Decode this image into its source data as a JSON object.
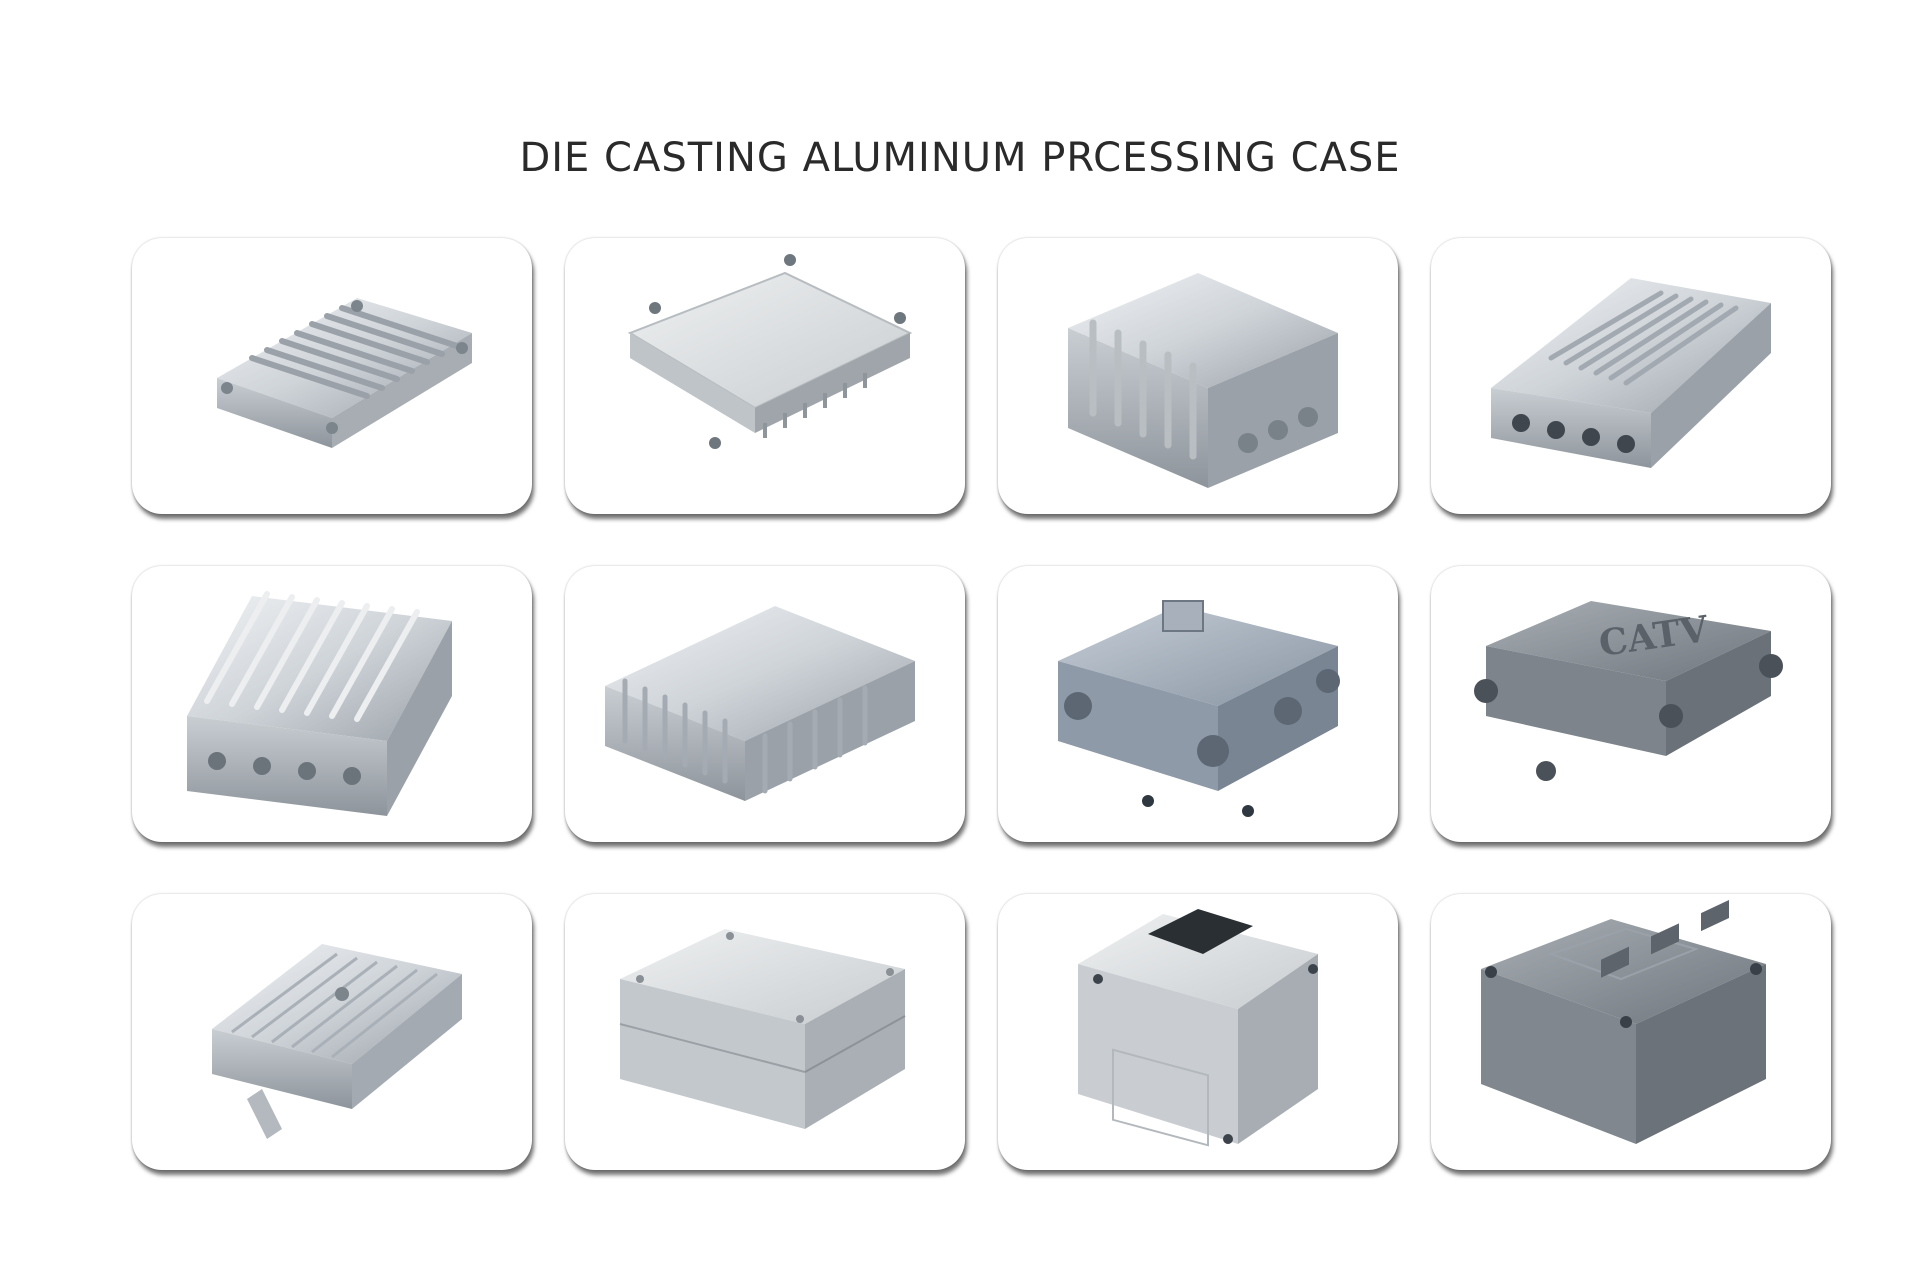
{
  "header": {
    "title": "DIE CASTING ALUMINUM PRCESSING CASE"
  },
  "gallery": {
    "items": [
      {
        "icon": "finned-enclosure-image",
        "lid_label": ""
      },
      {
        "icon": "flat-lid-enclosure-image",
        "lid_label": ""
      },
      {
        "icon": "tall-finned-enclosure-image",
        "lid_label": ""
      },
      {
        "icon": "finned-enclosure-ports-image",
        "lid_label": ""
      },
      {
        "icon": "heatsink-enclosure-image",
        "lid_label": ""
      },
      {
        "icon": "finned-amplifier-enclosure-image",
        "lid_label": ""
      },
      {
        "icon": "junction-box-image",
        "lid_label": ""
      },
      {
        "icon": "catv-splitter-box-image",
        "lid_label": "CATV"
      },
      {
        "icon": "ribbed-dome-enclosure-image",
        "lid_label": ""
      },
      {
        "icon": "plain-box-image",
        "lid_label": ""
      },
      {
        "icon": "window-box-image",
        "lid_label": ""
      },
      {
        "icon": "hinged-box-image",
        "lid_label": ""
      }
    ]
  },
  "colors": {
    "card_background": "#ffffff",
    "metal_light": "#e2e5e8",
    "metal_mid": "#c4c9ce",
    "metal_dark": "#8c939a",
    "blue_gray": "#a9b3bf",
    "title_text": "#2a2a2a"
  }
}
